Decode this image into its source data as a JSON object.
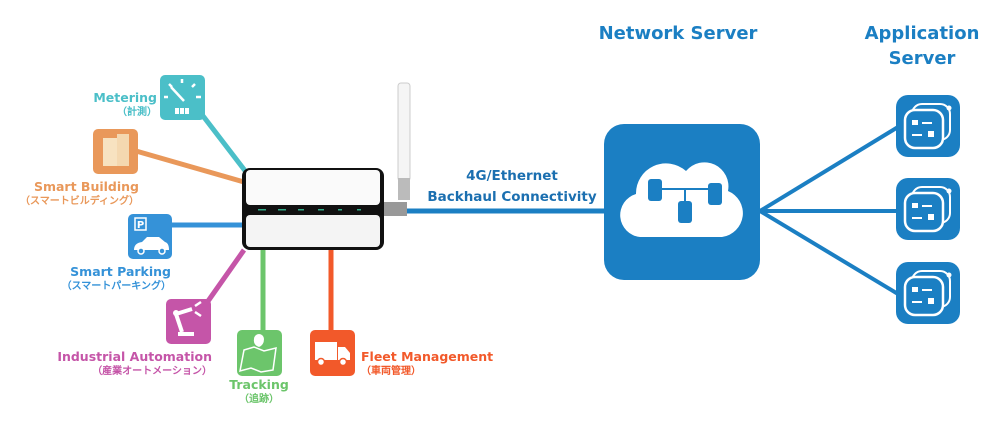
{
  "colors": {
    "metering": "#4bbfc8",
    "building": "#e9985a",
    "parking": "#3592d8",
    "industrial": "#c555a8",
    "tracking": "#6cc56b",
    "fleet": "#f2592a",
    "server": "#1b7fc3"
  },
  "devices": [
    {
      "id": "metering",
      "label": "Metering",
      "sub": "（計測）",
      "icon": "meter-gauge-icon"
    },
    {
      "id": "building",
      "label": "Smart Building",
      "sub": "（スマートビルディング）",
      "icon": "building-icon"
    },
    {
      "id": "parking",
      "label": "Smart Parking",
      "sub": "（スマートパーキング）",
      "icon": "parking-car-icon"
    },
    {
      "id": "industrial",
      "label": "Industrial Automation",
      "sub": "（産業オートメーション）",
      "icon": "robot-arm-icon"
    },
    {
      "id": "tracking",
      "label": "Tracking",
      "sub": "（追跡）",
      "icon": "map-pin-icon"
    },
    {
      "id": "fleet",
      "label": "Fleet Management",
      "sub": "（車両管理）",
      "icon": "truck-icon"
    }
  ],
  "backhaul": {
    "line1": "4G/Ethernet",
    "line2": "Backhaul Connectivity"
  },
  "network_server": {
    "title": "Network Server",
    "icon": "cloud-network-icon"
  },
  "application_server": {
    "title1": "Application",
    "title2": "Server",
    "icon": "app-server-icon",
    "count": 3
  }
}
